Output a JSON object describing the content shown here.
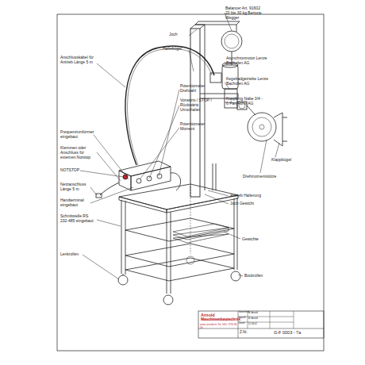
{
  "diagram": {
    "labels": [
      "Balancer Art. 91602 20 bis 30 kg Bertura-Wegger",
      "Joch",
      "Haltebügel",
      "Asynchronmotor Lenze Bachofen AG",
      "Anschlusskabel für Antrieb Länge 5 m",
      "Kegelradgetriebe Lenze Bachofen AG",
      "Potentiometer Drehzahl",
      "Vorwärts / STOP / Rückwärts Umschalter",
      "Kupplung Nabe 3/4 - 6 Pan Form AG",
      "Potentiometer Moment",
      "Frequenzumformer eingebaut",
      "Klemmen oder Anschluss für externen Notstop",
      "NOTSTOP",
      "Klappbügel",
      "Drehmomentstütze",
      "Netzanschluss Länge 5 m",
      "Handterminal eingebaut",
      "Antrieb Halterung",
      "Joch Gewicht",
      "Schnittstelle RS 232-485 eingebaut",
      "Gewichte",
      "Lenkrollen",
      "Bockrollen",
      "Arnold",
      "Maschinenbautechnik",
      "www.arnold.ch Tel. 061 / 976 85 54",
      "Z.Nr.",
      "G-F 0003 - 7a",
      "Gezeichnet",
      "M. Arnold",
      "Geprüft",
      "M. Arnold",
      "Datum",
      "12.06.02"
    ]
  }
}
